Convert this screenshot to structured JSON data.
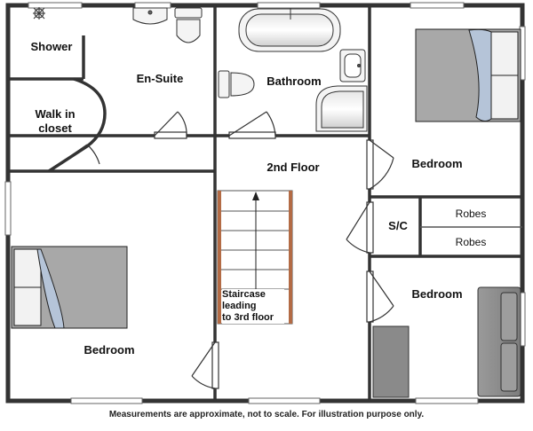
{
  "rooms": {
    "shower": "Shower",
    "ensuite": "En-Suite",
    "walk_in_closet": "Walk in\ncloset",
    "bathroom": "Bathroom",
    "landing": "2nd Floor",
    "bedroom_top_right": "Bedroom",
    "sc": "S/C",
    "robes_top": "Robes",
    "robes_bottom": "Robes",
    "bedroom_bottom_right": "Bedroom",
    "bedroom_left": "Bedroom"
  },
  "staircase_note": "Staircase\nleading\nto 3rd floor",
  "disclaimer": "Measurements are approximate, not to scale.  For illustration purpose only.",
  "colors": {
    "wall": "#333333",
    "bed_cover": "#a8a8a8",
    "bed_sheet": "#b5c4d8",
    "pillow": "#f2f2f2",
    "sofa": "#8f8f8f",
    "stair_rail": "#b36b45"
  }
}
